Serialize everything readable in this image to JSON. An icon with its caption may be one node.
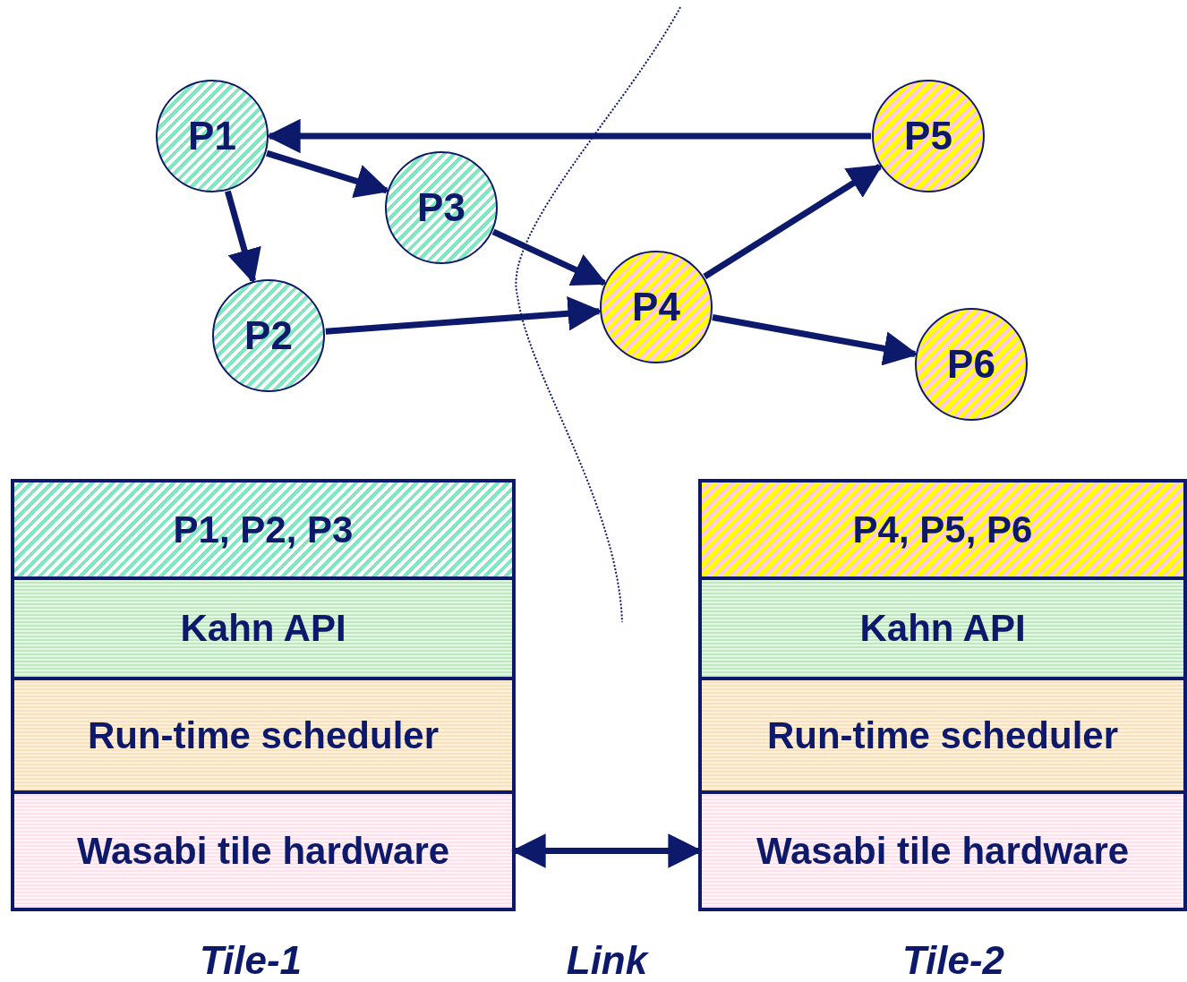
{
  "diagram": {
    "nodes": [
      {
        "text": [
          "P1"
        ]
      },
      {
        "text": [
          "P3"
        ]
      },
      {
        "text": [
          "P2"
        ]
      },
      {
        "text": [
          "P4"
        ]
      },
      {
        "text": [
          "P5"
        ]
      },
      {
        "text": [
          "P6"
        ]
      },
      {
        "text": [],
        "shape": "box",
        "beside": [
          "Tile-1"
        ]
      },
      {
        "text": [
          "P1, P2, P3"
        ],
        "in": 6
      },
      {
        "text": [
          "Kahn API"
        ],
        "in": 6
      },
      {
        "text": [
          "Run-time scheduler"
        ],
        "in": 6
      },
      {
        "text": [
          "Wasabi tile hardware"
        ],
        "in": 6
      },
      {
        "text": [],
        "shape": "box",
        "beside": [
          "Tile-2"
        ]
      },
      {
        "text": [
          "P4, P5, P6"
        ],
        "in": 11
      },
      {
        "text": [
          "Kahn API"
        ],
        "in": 11
      },
      {
        "text": [
          "Run-time scheduler"
        ],
        "in": 11
      },
      {
        "text": [
          "Wasabi tile hardware"
        ],
        "in": 11
      }
    ],
    "edges": [
      {
        "from": 4,
        "to": 0,
        "arrow": "to"
      },
      {
        "from": 0,
        "to": 1,
        "arrow": "to"
      },
      {
        "from": 0,
        "to": 2,
        "arrow": "to"
      },
      {
        "from": 1,
        "to": 3,
        "arrow": "to"
      },
      {
        "from": 2,
        "to": 3,
        "arrow": "to"
      },
      {
        "from": 3,
        "to": 4,
        "arrow": "to"
      },
      {
        "from": 3,
        "to": 5,
        "arrow": "to"
      },
      {
        "from": 10,
        "to": 15,
        "arrow": "both",
        "label": "Link"
      }
    ]
  }
}
